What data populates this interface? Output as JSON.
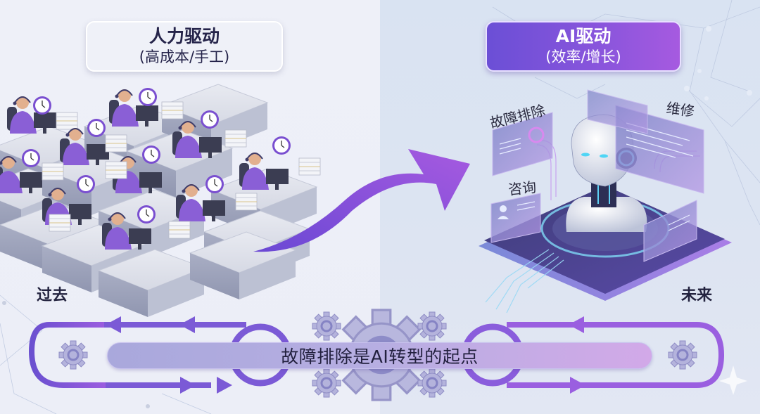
{
  "left_panel": {
    "title": "人力驱动",
    "subtitle": "(高成本/手工)",
    "era_label": "过去",
    "scene": "call-center-workers-with-clocks-and-paper-stacks",
    "worker_count": 11
  },
  "right_panel": {
    "title": "AI驱动",
    "subtitle": "(效率/增长)",
    "era_label": "未来",
    "scene": "ai-robot-on-platform-with-floating-screens",
    "floating_labels": [
      "故障排除",
      "维修",
      "咨询"
    ]
  },
  "transition_arrow": {
    "direction": "left-to-right-upward",
    "color": "#7a55d8"
  },
  "banner": {
    "text": "故障排除是AI转型的起点"
  },
  "colors": {
    "accent_purple": "#7b57d9",
    "accent_violet": "#a65ae0",
    "text_dark": "#25244a",
    "bg_left": "#eef0f8",
    "bg_right": "#d9e3f2"
  },
  "icons": [
    "gear-icon",
    "clock-icon",
    "arrow-icon",
    "sparkle-icon",
    "robot-icon",
    "user-icon"
  ]
}
